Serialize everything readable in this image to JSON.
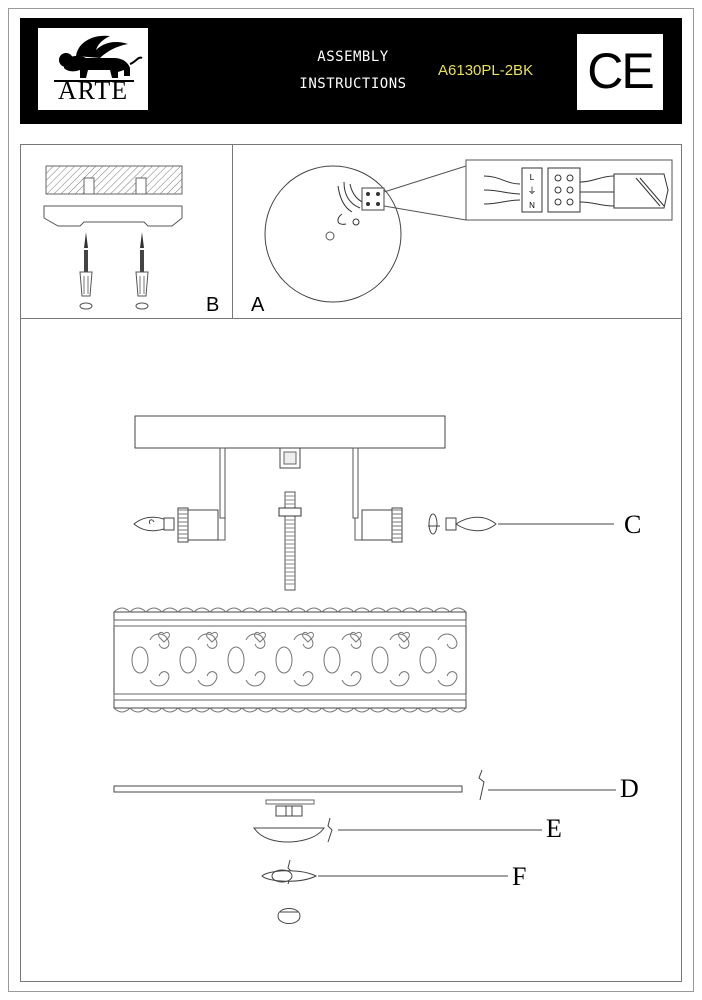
{
  "header": {
    "brand": "ARTE",
    "title_line1": "ASSEMBLY",
    "title_line2": "INSTRUCTIONS",
    "model": "A6130PL-2BK",
    "certification": "CE"
  },
  "panels": {
    "b_label": "B",
    "a_label": "A"
  },
  "connector": {
    "terminals": [
      "L",
      "⏚",
      "N"
    ]
  },
  "parts": {
    "c": "C",
    "d": "D",
    "e": "E",
    "f": "F"
  }
}
